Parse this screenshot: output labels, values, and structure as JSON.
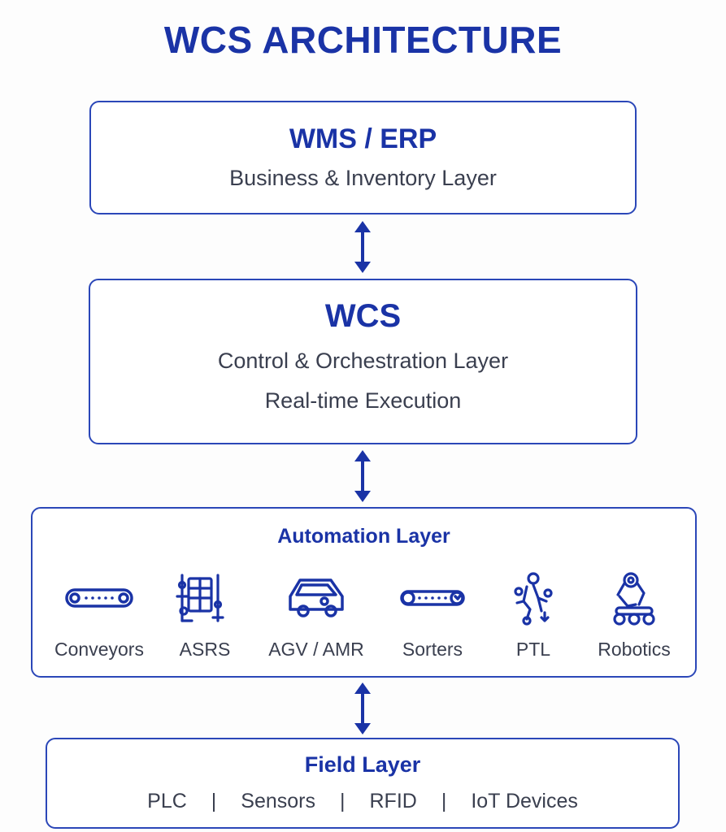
{
  "title": "WCS ARCHITECTURE",
  "colors": {
    "primary": "#1a33a6",
    "border": "#2b47b8",
    "text": "#3a3f4f"
  },
  "layers": {
    "wms": {
      "title": "WMS / ERP",
      "subtitle": "Business & Inventory Layer"
    },
    "wcs": {
      "title": "WCS",
      "line1": "Control & Orchestration Layer",
      "line2": "Real-time Execution"
    },
    "automation": {
      "title": "Automation Layer",
      "devices": [
        {
          "label": "Conveyors",
          "icon": "conveyor-icon"
        },
        {
          "label": "ASRS",
          "icon": "asrs-icon"
        },
        {
          "label": "AGV / AMR",
          "icon": "agv-icon"
        },
        {
          "label": "Sorters",
          "icon": "sorter-icon"
        },
        {
          "label": "PTL",
          "icon": "ptl-icon"
        },
        {
          "label": "Robotics",
          "icon": "robot-icon"
        }
      ]
    },
    "field": {
      "title": "Field Layer",
      "items": [
        "PLC",
        "Sensors",
        "RFID",
        "IoT Devices"
      ],
      "separator": "|"
    }
  }
}
